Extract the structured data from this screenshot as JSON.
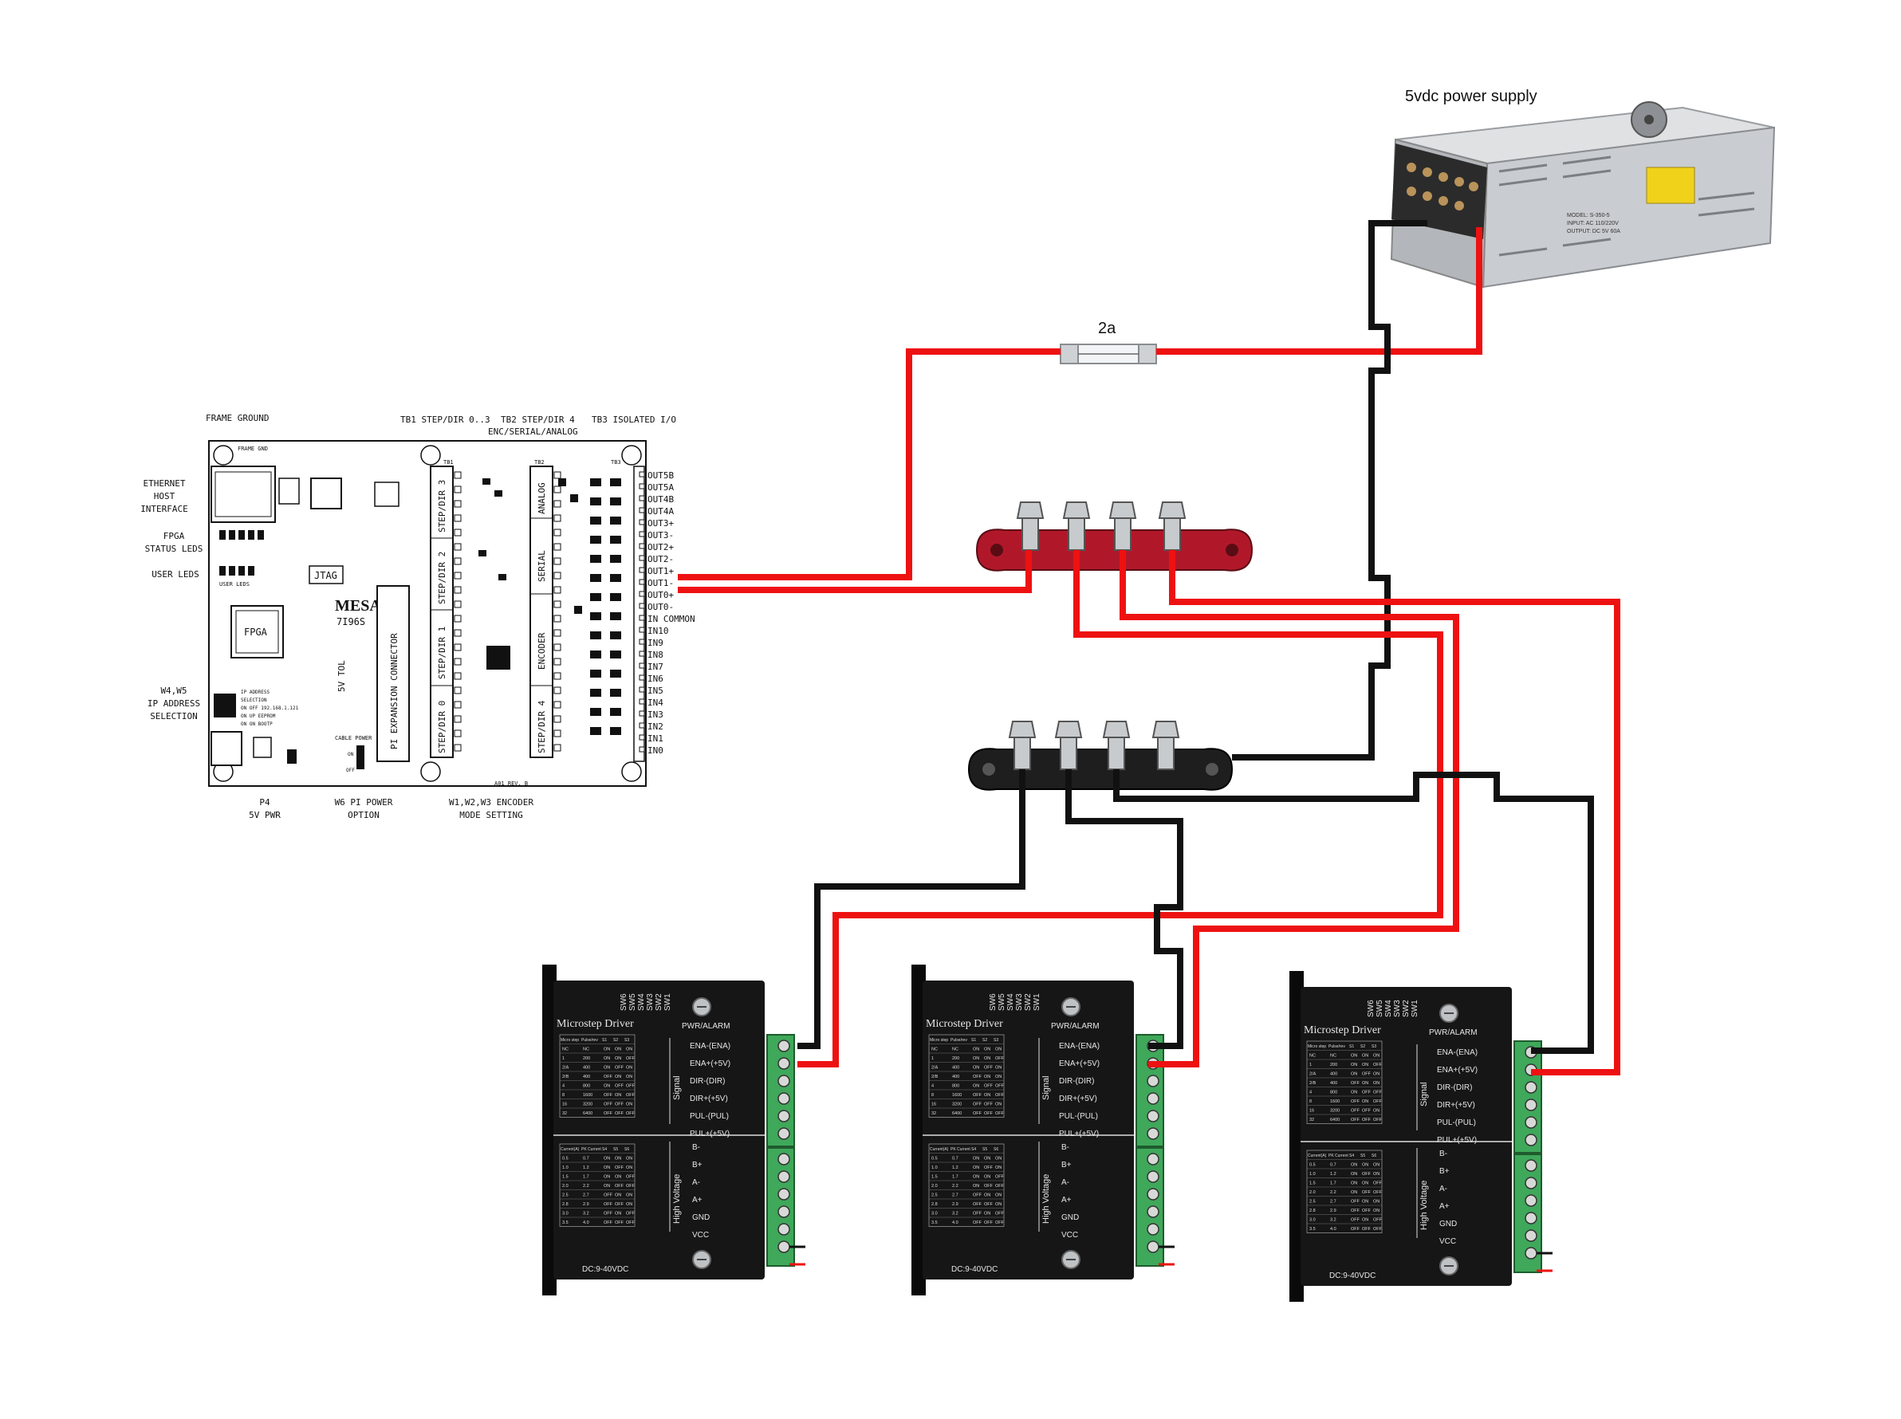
{
  "power_supply": {
    "title": "5vdc power supply",
    "label_lines": [
      "MODEL: S-350-5",
      "INPUT: AC 110/220V",
      "OUTPUT: DC 5V 60A"
    ]
  },
  "fuse": {
    "label": "2a"
  },
  "board": {
    "top_labels": {
      "frame_ground": "FRAME GROUND",
      "tb1": "TB1 STEP/DIR 0..3",
      "tb2_a": "TB2 STEP/DIR 4",
      "tb2_b": "ENC/SERIAL/ANALOG",
      "tb3": "TB3 ISOLATED I/O"
    },
    "left_labels": {
      "ethernet": [
        "ETHERNET",
        "HOST",
        "INTERFACE"
      ],
      "fpga_leds": [
        "FPGA",
        "STATUS LEDS"
      ],
      "user_leds": "USER LEDS",
      "ip_sel": [
        "W4,W5",
        "IP ADDRESS",
        "SELECTION"
      ]
    },
    "bottom_labels": {
      "p4": [
        "P4",
        "5V PWR"
      ],
      "w6": [
        "W6 PI POWER",
        "OPTION"
      ],
      "w1": [
        "W1,W2,W3 ENCODER",
        "MODE SETTING"
      ]
    },
    "inner": {
      "frame_gnd": "FRAME GND",
      "jtag": "JTAG",
      "fpga": "FPGA",
      "brand": "MESA",
      "model": "7I96S",
      "tol": "5V TOL",
      "pi_conn": "PI EXPANSION CONNECTOR",
      "user_leds_small": "USER LEDS",
      "ip_text": [
        "IP ADDRESS",
        "SELECTION",
        "ON OFF 192.168.1.121",
        "ON UP EEPROM",
        "ON ON BOOTP"
      ],
      "cable_power": "CABLE POWER",
      "on": "ON",
      "off": "OFF",
      "rev": "A01 REV. B",
      "tb1": "TB1",
      "tb2": "TB2",
      "tb3": "TB3",
      "sections_tb1": [
        "STEP/DIR 3",
        "STEP/DIR 2",
        "STEP/DIR 1",
        "STEP/DIR 0"
      ],
      "sections_tb2": [
        "ANALOG",
        "SERIAL",
        "ENCODER",
        "STEP/DIR 4"
      ]
    },
    "tb3_pins": [
      "OUT5B",
      "OUT5A",
      "OUT4B",
      "OUT4A",
      "OUT3+",
      "OUT3-",
      "OUT2+",
      "OUT2-",
      "OUT1+",
      "OUT1-",
      "OUT0+",
      "OUT0-",
      "IN COMMON",
      "IN10",
      "IN9",
      "IN8",
      "IN7",
      "IN6",
      "IN5",
      "IN4",
      "IN3",
      "IN2",
      "IN1",
      "IN0"
    ]
  },
  "driver": {
    "title": "Microstep Driver",
    "switches": [
      "SW6",
      "SW5",
      "SW4",
      "SW3",
      "SW2",
      "SW1"
    ],
    "pwr_alarm": "PWR/ALARM",
    "signal_pins": [
      "ENA-(ENA)",
      "ENA+(+5V)",
      "DIR-(DIR)",
      "DIR+(+5V)",
      "PUL-(PUL)",
      "PUL+(+5V)"
    ],
    "power_pins": [
      "B-",
      "B+",
      "A-",
      "A+",
      "GND",
      "VCC"
    ],
    "signal_label": "Signal",
    "hv_label": "High Voltage",
    "dc_label": "DC:9-40VDC",
    "step_table": {
      "headers": [
        "Micro step",
        "Pulse/rev",
        "S1",
        "S2",
        "S3"
      ],
      "rows": [
        [
          "NC",
          "NC",
          "ON",
          "ON",
          "ON"
        ],
        [
          "1",
          "200",
          "ON",
          "ON",
          "OFF"
        ],
        [
          "2/A",
          "400",
          "ON",
          "OFF",
          "ON"
        ],
        [
          "2/B",
          "400",
          "OFF",
          "ON",
          "ON"
        ],
        [
          "4",
          "800",
          "ON",
          "OFF",
          "OFF"
        ],
        [
          "8",
          "1600",
          "OFF",
          "ON",
          "OFF"
        ],
        [
          "16",
          "3200",
          "OFF",
          "OFF",
          "ON"
        ],
        [
          "32",
          "6400",
          "OFF",
          "OFF",
          "OFF"
        ]
      ]
    },
    "current_table": {
      "headers": [
        "Current(A)",
        "PK Current",
        "S4",
        "S5",
        "S6"
      ],
      "rows": [
        [
          "0.5",
          "0.7",
          "ON",
          "ON",
          "ON"
        ],
        [
          "1.0",
          "1.2",
          "ON",
          "OFF",
          "ON"
        ],
        [
          "1.5",
          "1.7",
          "ON",
          "ON",
          "OFF"
        ],
        [
          "2.0",
          "2.2",
          "ON",
          "OFF",
          "OFF"
        ],
        [
          "2.5",
          "2.7",
          "OFF",
          "ON",
          "ON"
        ],
        [
          "2.8",
          "2.9",
          "OFF",
          "OFF",
          "ON"
        ],
        [
          "3.0",
          "3.2",
          "OFF",
          "ON",
          "OFF"
        ],
        [
          "3.5",
          "4.0",
          "OFF",
          "OFF",
          "OFF"
        ]
      ]
    }
  },
  "colors": {
    "red_wire": "#ee1111",
    "black_wire": "#111111",
    "red_bus": "#b0182a",
    "black_bus": "#1e1e1e",
    "driver_body": "#161616",
    "terminal_green": "#3fa85a"
  }
}
